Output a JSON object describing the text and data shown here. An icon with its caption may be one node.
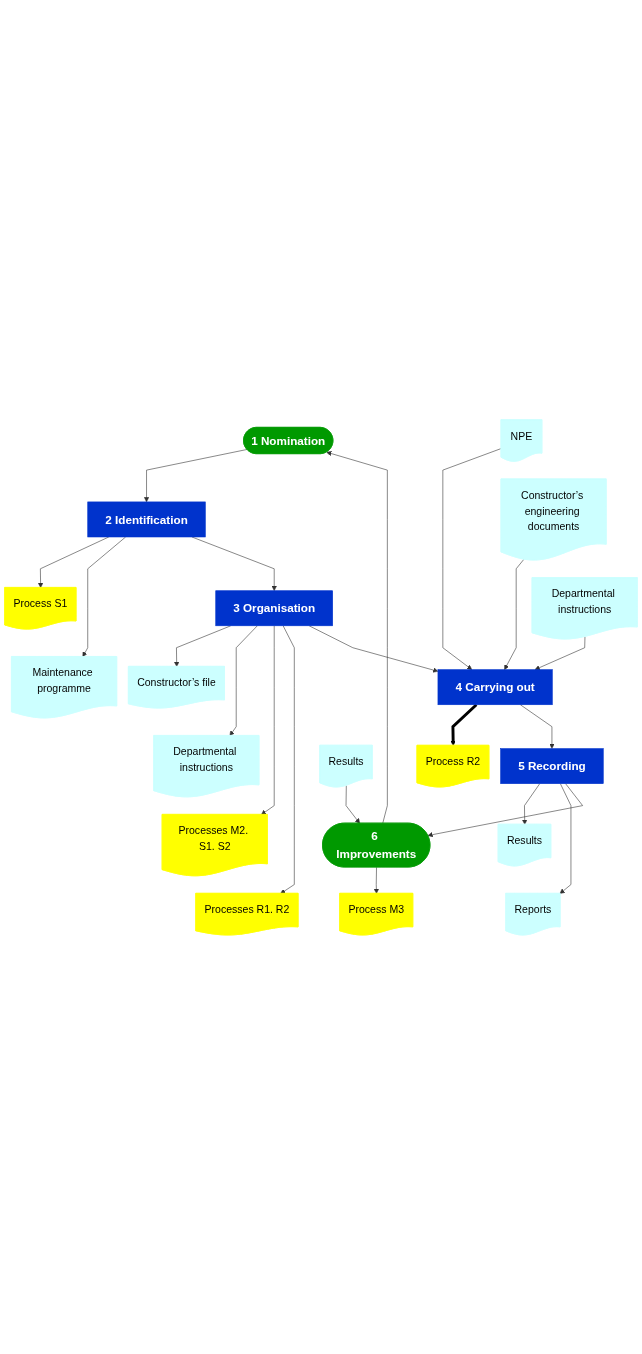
{
  "diagram": {
    "nodes": [
      {
        "text": [
          "1 Nomination"
        ]
      },
      {
        "text": [
          "Process S1"
        ]
      },
      {
        "text": [
          "2 Identification"
        ]
      },
      {
        "text": [
          "Maintenance programme"
        ]
      },
      {
        "text": [
          "Constructor’s file"
        ]
      },
      {
        "text": [
          "3 Organisation"
        ]
      },
      {
        "text": [
          "Departmental instructions"
        ]
      },
      {
        "text": [
          "Processes M2. S1. S2"
        ]
      },
      {
        "text": [
          "Processes R1. R2"
        ]
      },
      {
        "text": [
          "NPE"
        ]
      },
      {
        "text": [
          "Constructor’s engineering documents"
        ]
      },
      {
        "text": [
          "4 Carrying out"
        ]
      },
      {
        "text": [
          "Process R2"
        ]
      },
      {
        "text": [
          "Departmental instructions"
        ]
      },
      {
        "text": [
          "Results"
        ]
      },
      {
        "text": [
          "5 Recording"
        ]
      },
      {
        "text": [
          "Reports"
        ]
      },
      {
        "text": [
          "6 Improvements"
        ]
      },
      {
        "text": [
          "Results"
        ]
      },
      {
        "text": [
          "Process M3"
        ]
      }
    ],
    "edges": [
      {
        "from": 0,
        "to": 2,
        "arrow": "to"
      },
      {
        "from": 2,
        "to": 1,
        "arrow": "to"
      },
      {
        "from": 2,
        "to": 3,
        "arrow": "to"
      },
      {
        "from": 2,
        "to": 5,
        "arrow": "to"
      },
      {
        "from": 5,
        "to": 4,
        "arrow": "to"
      },
      {
        "from": 5,
        "to": 6,
        "arrow": "to"
      },
      {
        "from": 5,
        "to": 7,
        "arrow": "to"
      },
      {
        "from": 5,
        "to": 8,
        "arrow": "to"
      },
      {
        "from": 5,
        "to": 11,
        "arrow": "to"
      },
      {
        "from": 9,
        "to": 11,
        "arrow": "to"
      },
      {
        "from": 10,
        "to": 11,
        "arrow": "to"
      },
      {
        "from": 13,
        "to": 11,
        "arrow": "to"
      },
      {
        "from": 11,
        "to": 12,
        "arrow": "to",
        "style": "thick"
      },
      {
        "from": 11,
        "to": 15,
        "arrow": "to"
      },
      {
        "from": 15,
        "to": 14,
        "arrow": "to"
      },
      {
        "from": 15,
        "to": 16,
        "arrow": "to"
      },
      {
        "from": 15,
        "to": 17,
        "arrow": "to"
      },
      {
        "from": 18,
        "to": 17,
        "arrow": "to"
      },
      {
        "from": 17,
        "to": 19,
        "arrow": "to"
      },
      {
        "from": 17,
        "to": 0,
        "arrow": "to"
      }
    ]
  }
}
